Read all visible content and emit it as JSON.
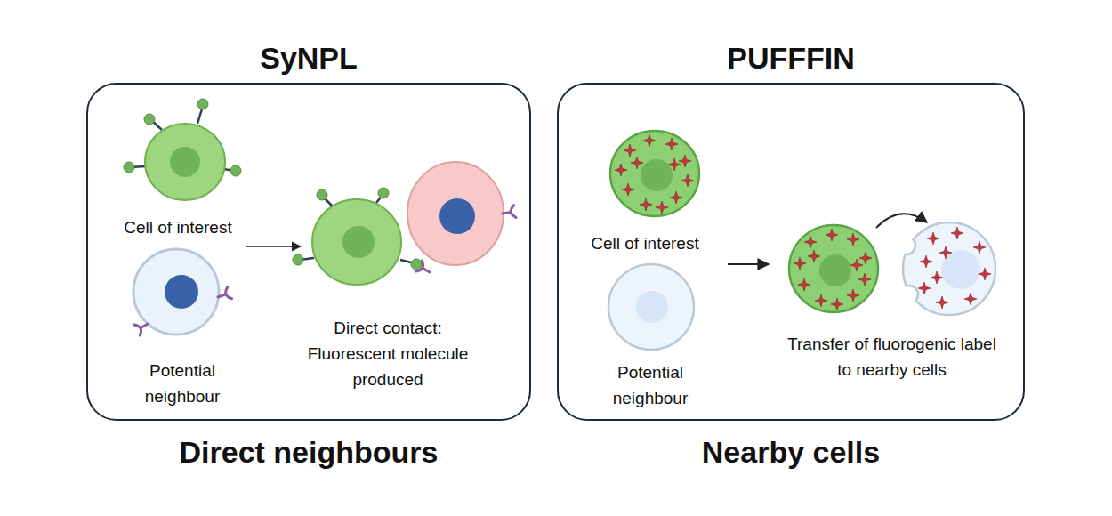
{
  "diagram": {
    "nodes": [
      {
        "text": [
          "SyNPL",
          "Direct neighbours"
        ]
      },
      {
        "text": [
          "Cell of interest"
        ],
        "in": 0
      },
      {
        "text": [
          "Potential neighbour"
        ],
        "in": 0
      },
      {
        "text": [
          "Direct contact: Fluorescent molecule produced"
        ],
        "in": 0
      },
      {
        "text": [
          "PUFFFIN",
          "Nearby cells"
        ]
      },
      {
        "text": [
          "Cell of interest"
        ],
        "in": 4
      },
      {
        "text": [
          "Potential neighbour"
        ],
        "in": 4
      },
      {
        "text": [
          "Transfer of fluorogenic label to nearby cells"
        ],
        "in": 4
      }
    ]
  }
}
